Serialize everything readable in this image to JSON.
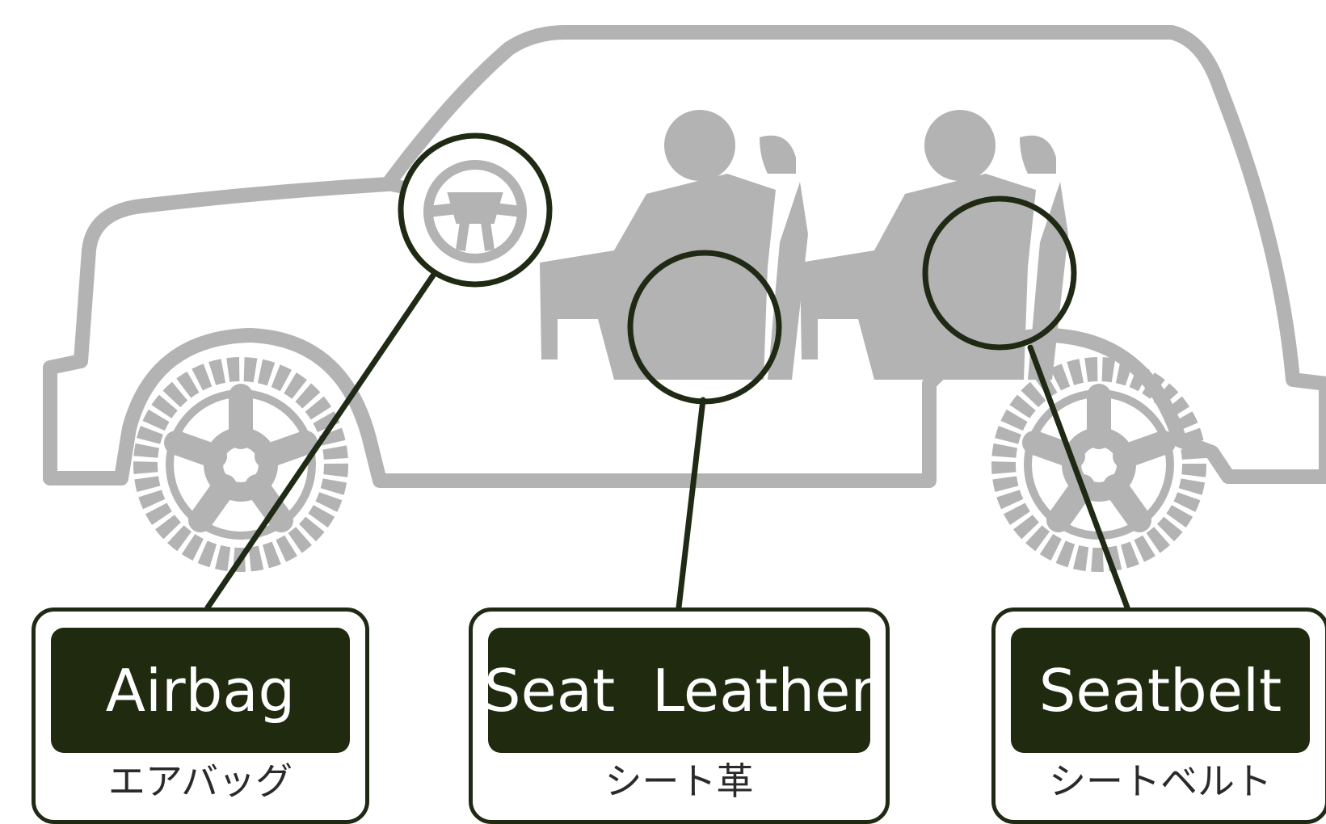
{
  "colors": {
    "silhouette": "#b3b3b3",
    "accent": "#1f2a0f",
    "background": "#ffffff"
  },
  "callouts": [
    {
      "label": "Airbag",
      "sublabel": "エアバッグ",
      "icon": "steering-wheel-icon"
    },
    {
      "label": "Seat  Leather",
      "sublabel": "シート革",
      "icon": "seat-icon"
    },
    {
      "label": "Seatbelt",
      "sublabel": "シートベルト",
      "icon": "seatbelt-icon"
    }
  ]
}
